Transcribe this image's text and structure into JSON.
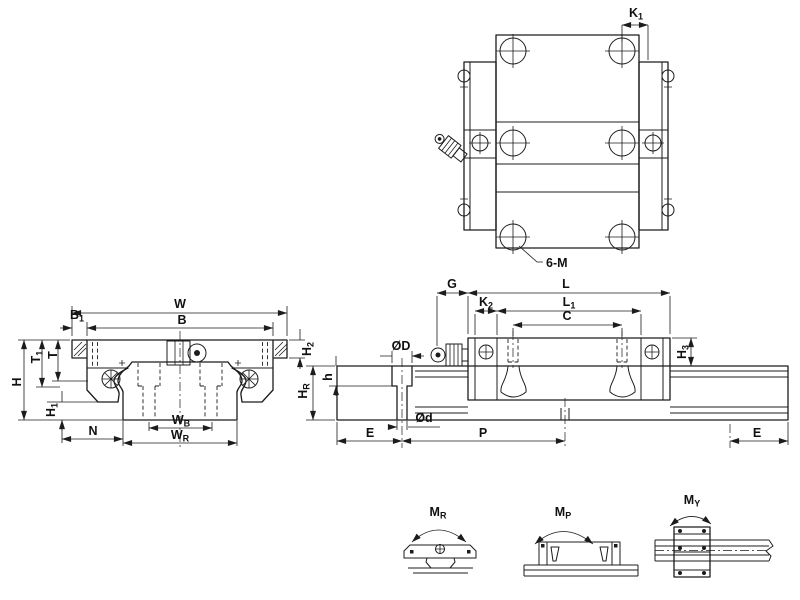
{
  "meta": {
    "type": "technical-drawing",
    "subject": "linear-guide-rail-and-block-dimension-drawing",
    "background_color": "#ffffff",
    "line_color": "#1c1c1c"
  },
  "labels": {
    "top_view": {
      "k1": {
        "t": "K",
        "s": "1"
      },
      "mount_holes": {
        "t": "6-M",
        "s": ""
      }
    },
    "front_view": {
      "w": {
        "t": "W",
        "s": ""
      },
      "b": {
        "t": "B",
        "s": ""
      },
      "b1": {
        "t": "B",
        "s": "1"
      },
      "h2": {
        "t": "H",
        "s": "2"
      },
      "t1": {
        "t": "T",
        "s": "1"
      },
      "t": {
        "t": "T",
        "s": ""
      },
      "h": {
        "t": "H",
        "s": ""
      },
      "h1": {
        "t": "H",
        "s": "1"
      },
      "n": {
        "t": "N",
        "s": ""
      },
      "wb": {
        "t": "W",
        "s": "B"
      },
      "wr": {
        "t": "W",
        "s": "R"
      }
    },
    "side_view": {
      "g": {
        "t": "G",
        "s": ""
      },
      "l": {
        "t": "L",
        "s": ""
      },
      "k2": {
        "t": "K",
        "s": "2"
      },
      "l1": {
        "t": "L",
        "s": "1"
      },
      "c": {
        "t": "C",
        "s": ""
      },
      "h3": {
        "t": "H",
        "s": "3"
      },
      "dia_d_upper": {
        "t": "ØD",
        "s": ""
      },
      "dia_d_lower": {
        "t": "Ød",
        "s": ""
      },
      "h_counterbore": {
        "t": "h",
        "s": ""
      },
      "hr": {
        "t": "H",
        "s": "R"
      },
      "e_left": {
        "t": "E",
        "s": ""
      },
      "p": {
        "t": "P",
        "s": ""
      },
      "e_right": {
        "t": "E",
        "s": ""
      }
    },
    "moment_diagrams": {
      "mr": {
        "t": "M",
        "s": "R"
      },
      "mp": {
        "t": "M",
        "s": "P"
      },
      "my": {
        "t": "M",
        "s": "Y"
      }
    }
  }
}
